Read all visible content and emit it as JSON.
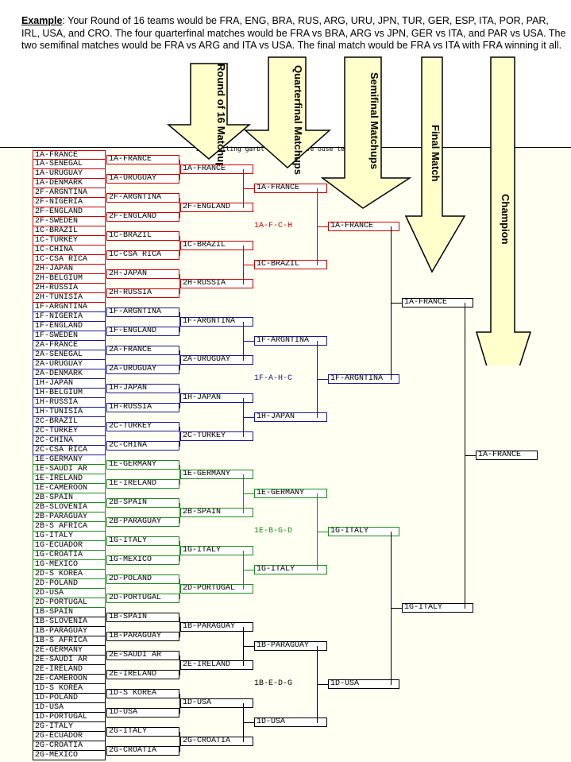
{
  "example": {
    "label": "Example",
    "text": ":  Your Round of 16 teams would be FRA, ENG, BRA, RUS, ARG, URU, JPN, TUR, GER, ESP, ITA, POR, PAR, IRL, USA, and CRO.  The four quarterfinal matches would be FRA vs BRA, ARG vs JPN, GER vs ITA, and PAR vs USA.  The two semifinal matches would be FRA vs ARG and ITA vs USA.  The final match would be FRA vs ITA with FRA winning it all."
  },
  "scroll_text": "11 Strolling garbl  ke  crii  move  ouse  ter over ga",
  "headers": {
    "r16": "Round of 16 Matchups",
    "qf": "Quarterfinal Matchups",
    "sf": "Semifinal Matchups",
    "final": "Final Match",
    "champion": "Champion"
  },
  "colors": {
    "red": "#cc0000",
    "blue": "#1a1a8c",
    "green": "#1f8a1f",
    "black": "#000000",
    "arrow_fill": "#ffffcc"
  },
  "teams": [
    "1A-FRANCE",
    "1A-SENEGAL",
    "1A-URUGUAY",
    "1A-DENMARK",
    "2F-ARGNTINA",
    "2F-NIGERIA",
    "2F-ENGLAND",
    "2F-SWEDEN",
    "1C-BRAZIL",
    "1C-TURKEY",
    "1C-CHINA",
    "1C-CSA RICA",
    "2H-JAPAN",
    "2H-BELGIUM",
    "2H-RUSSIA",
    "2H-TUNISIA",
    "1F-ARGNTINA",
    "1F-NIGERIA",
    "1F-ENGLAND",
    "1F-SWEDEN",
    "2A-FRANCE",
    "2A-SENEGAL",
    "2A-URUGUAY",
    "2A-DENMARK",
    "1H-JAPAN",
    "1H-BELGIUM",
    "1H-RUSSIA",
    "1H-TUNISIA",
    "2C-BRAZIL",
    "2C-TURKEY",
    "2C-CHINA",
    "2C-CSA RICA",
    "1E-GERMANY",
    "1E-SAUDI AR",
    "1E-IRELAND",
    "1E-CAMEROON",
    "2B-SPAIN",
    "2B-SLOVENIA",
    "2B-PARAGUAY",
    "2B-S AFRICA",
    "1G-ITALY",
    "1G-ECUADOR",
    "1G-CROATIA",
    "1G-MEXICO",
    "2D-S KOREA",
    "2D-POLAND",
    "2D-USA",
    "2D-PORTUGAL",
    "1B-SPAIN",
    "1B-SLOVENIA",
    "1B-PARAGUAY",
    "1B-S AFRICA",
    "2E-GERMANY",
    "2E-SAUDI AR",
    "2E-IRELAND",
    "2E-CAMEROON",
    "1D-S KOREA",
    "1D-POLAND",
    "1D-USA",
    "1D-PORTUGAL",
    "2G-ITALY",
    "2G-ECUADOR",
    "2G-CROATIA",
    "2G-MEXICO"
  ],
  "r16": [
    "1A-FRANCE",
    "1A-URUGUAY",
    "2F-ARGNTINA",
    "2F-ENGLAND",
    "1C-BRAZIL",
    "1C-CSA RICA",
    "2H-JAPAN",
    "2H-RUSSIA",
    "1F-ARGNTINA",
    "1F-ENGLAND",
    "2A-FRANCE",
    "2A-URUGUAY",
    "1H-JAPAN",
    "1H-RUSSIA",
    "2C-TURKEY",
    "2C-CHINA",
    "1E-GERMANY",
    "1E-IRELAND",
    "2B-SPAIN",
    "2B-PARAGUAY",
    "1G-ITALY",
    "1G-MEXICO",
    "2D-POLAND",
    "2D-PORTUGAL",
    "1B-SPAIN",
    "1B-PARAGUAY",
    "2E-SAUDI AR",
    "2E-IRELAND",
    "1D-S KOREA",
    "1D-USA",
    "2G-ITALY",
    "2G-CROATIA"
  ],
  "qf": [
    "1A-FRANCE",
    "2F-ENGLAND",
    "1C-BRAZIL",
    "2H-RUSSIA",
    "1F-ARGNTINA",
    "2A-URUGUAY",
    "1H-JAPAN",
    "2C-TURKEY",
    "1E-GERMANY",
    "2B-SPAIN",
    "1G-ITALY",
    "2D-PORTUGAL",
    "1B-PARAGUAY",
    "2E-IRELAND",
    "1D-USA",
    "2G-CROATIA"
  ],
  "sf": [
    "1A-FRANCE",
    "1C-BRAZIL",
    "1F-ARGNTINA",
    "1H-JAPAN",
    "1E-GERMANY",
    "1G-ITALY",
    "1B-PARAGUAY",
    "1D-USA"
  ],
  "sf_winners": [
    "1A-FRANCE",
    "1F-ARGNTINA",
    "1G-ITALY",
    "1D-USA"
  ],
  "finalists": [
    "1A-FRANCE",
    "1G-ITALY"
  ],
  "champion": "1A-FRANCE",
  "groups": [
    "1A-F-C-H",
    "1F-A-H-C",
    "1E-B-G-D",
    "1B-E-D-G"
  ]
}
